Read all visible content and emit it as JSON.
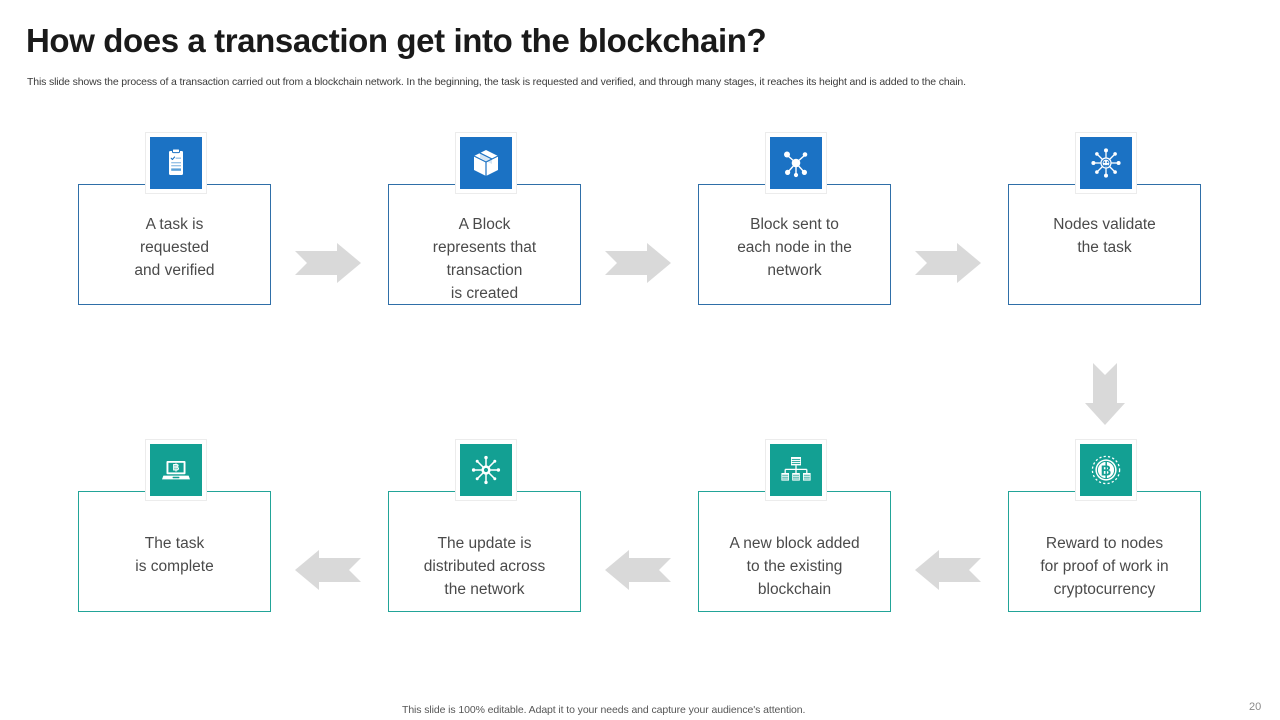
{
  "header": {
    "title": "How does a transaction get into the blockchain?",
    "subtitle": "This slide shows the process of a transaction carried out from a blockchain network. In the beginning, the task is requested and verified, and through many stages, it reaches its height and is added to the chain."
  },
  "footer": {
    "note": "This slide is 100% editable. Adapt it to your needs and capture your audience's attention.",
    "page_number": "20"
  },
  "colors": {
    "blue": "#1B72C4",
    "teal": "#13A093",
    "arrow_gray": "#D9D9D9",
    "box_border_blue": "#2F6FA8",
    "box_border_teal": "#22A498",
    "text": "#4A4A4A"
  },
  "flow": {
    "row1": [
      {
        "id": "step-1",
        "icon": "clipboard-checklist-icon",
        "accent": "blue",
        "text": "A task is\nrequested\nand verified"
      },
      {
        "id": "step-2",
        "icon": "cube-box-icon",
        "accent": "blue",
        "text": "A Block\nrepresents that\ntransaction\nis created"
      },
      {
        "id": "step-3",
        "icon": "network-nodes-icon",
        "accent": "blue",
        "text": "Block sent to\neach node in the\nnetwork"
      },
      {
        "id": "step-4",
        "icon": "hub-spoke-validate-icon",
        "accent": "blue",
        "text": "Nodes validate\nthe task"
      }
    ],
    "row2": [
      {
        "id": "step-8",
        "icon": "laptop-bitcoin-icon",
        "accent": "teal",
        "text": "The task\nis complete"
      },
      {
        "id": "step-7",
        "icon": "distribution-burst-icon",
        "accent": "teal",
        "text": "The update is\ndistributed across\nthe network"
      },
      {
        "id": "step-6",
        "icon": "block-hierarchy-icon",
        "accent": "teal",
        "text": "A new block added\nto the existing\nblockchain"
      },
      {
        "id": "step-5",
        "icon": "bitcoin-coin-icon",
        "accent": "teal",
        "text": "Reward to nodes\nfor proof of work in\ncryptocurrency"
      }
    ],
    "connectors": [
      {
        "id": "arrow-1-2",
        "direction": "right"
      },
      {
        "id": "arrow-2-3",
        "direction": "right"
      },
      {
        "id": "arrow-3-4",
        "direction": "right"
      },
      {
        "id": "arrow-4-5",
        "direction": "down"
      },
      {
        "id": "arrow-5-6",
        "direction": "left"
      },
      {
        "id": "arrow-6-7",
        "direction": "left"
      },
      {
        "id": "arrow-7-8",
        "direction": "left"
      }
    ]
  }
}
